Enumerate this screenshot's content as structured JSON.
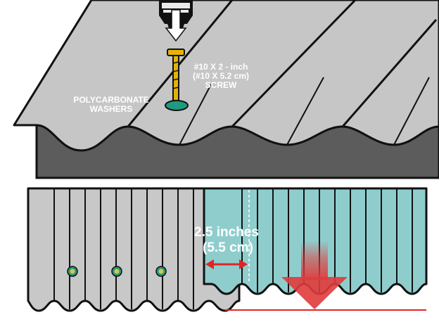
{
  "labels": {
    "washers_line1": "POLYCARBONATE",
    "washers_line2": "WASHERS",
    "screw_line1": "#10 X 2 - inch",
    "screw_line2": "(#10 X 5.2 cm)",
    "screw_line3": "SCREW",
    "overlap_line1": "2.5 inches",
    "overlap_line2": "(5.5 cm)"
  },
  "colors": {
    "roof_panel": "#c6c6c6",
    "roof_side": "#5c5c5c",
    "outline": "#111111",
    "polycarbonate_panel": "#8fcdcd",
    "washer": "#1f9a80",
    "overlap_arrow": "#e02525",
    "downward_arrow": "#e03b3b"
  },
  "icons": {
    "drill": "drill-icon",
    "screw": "screw-icon",
    "overlap_arrow": "double-arrow-icon",
    "down_arrow": "down-arrow-icon"
  }
}
